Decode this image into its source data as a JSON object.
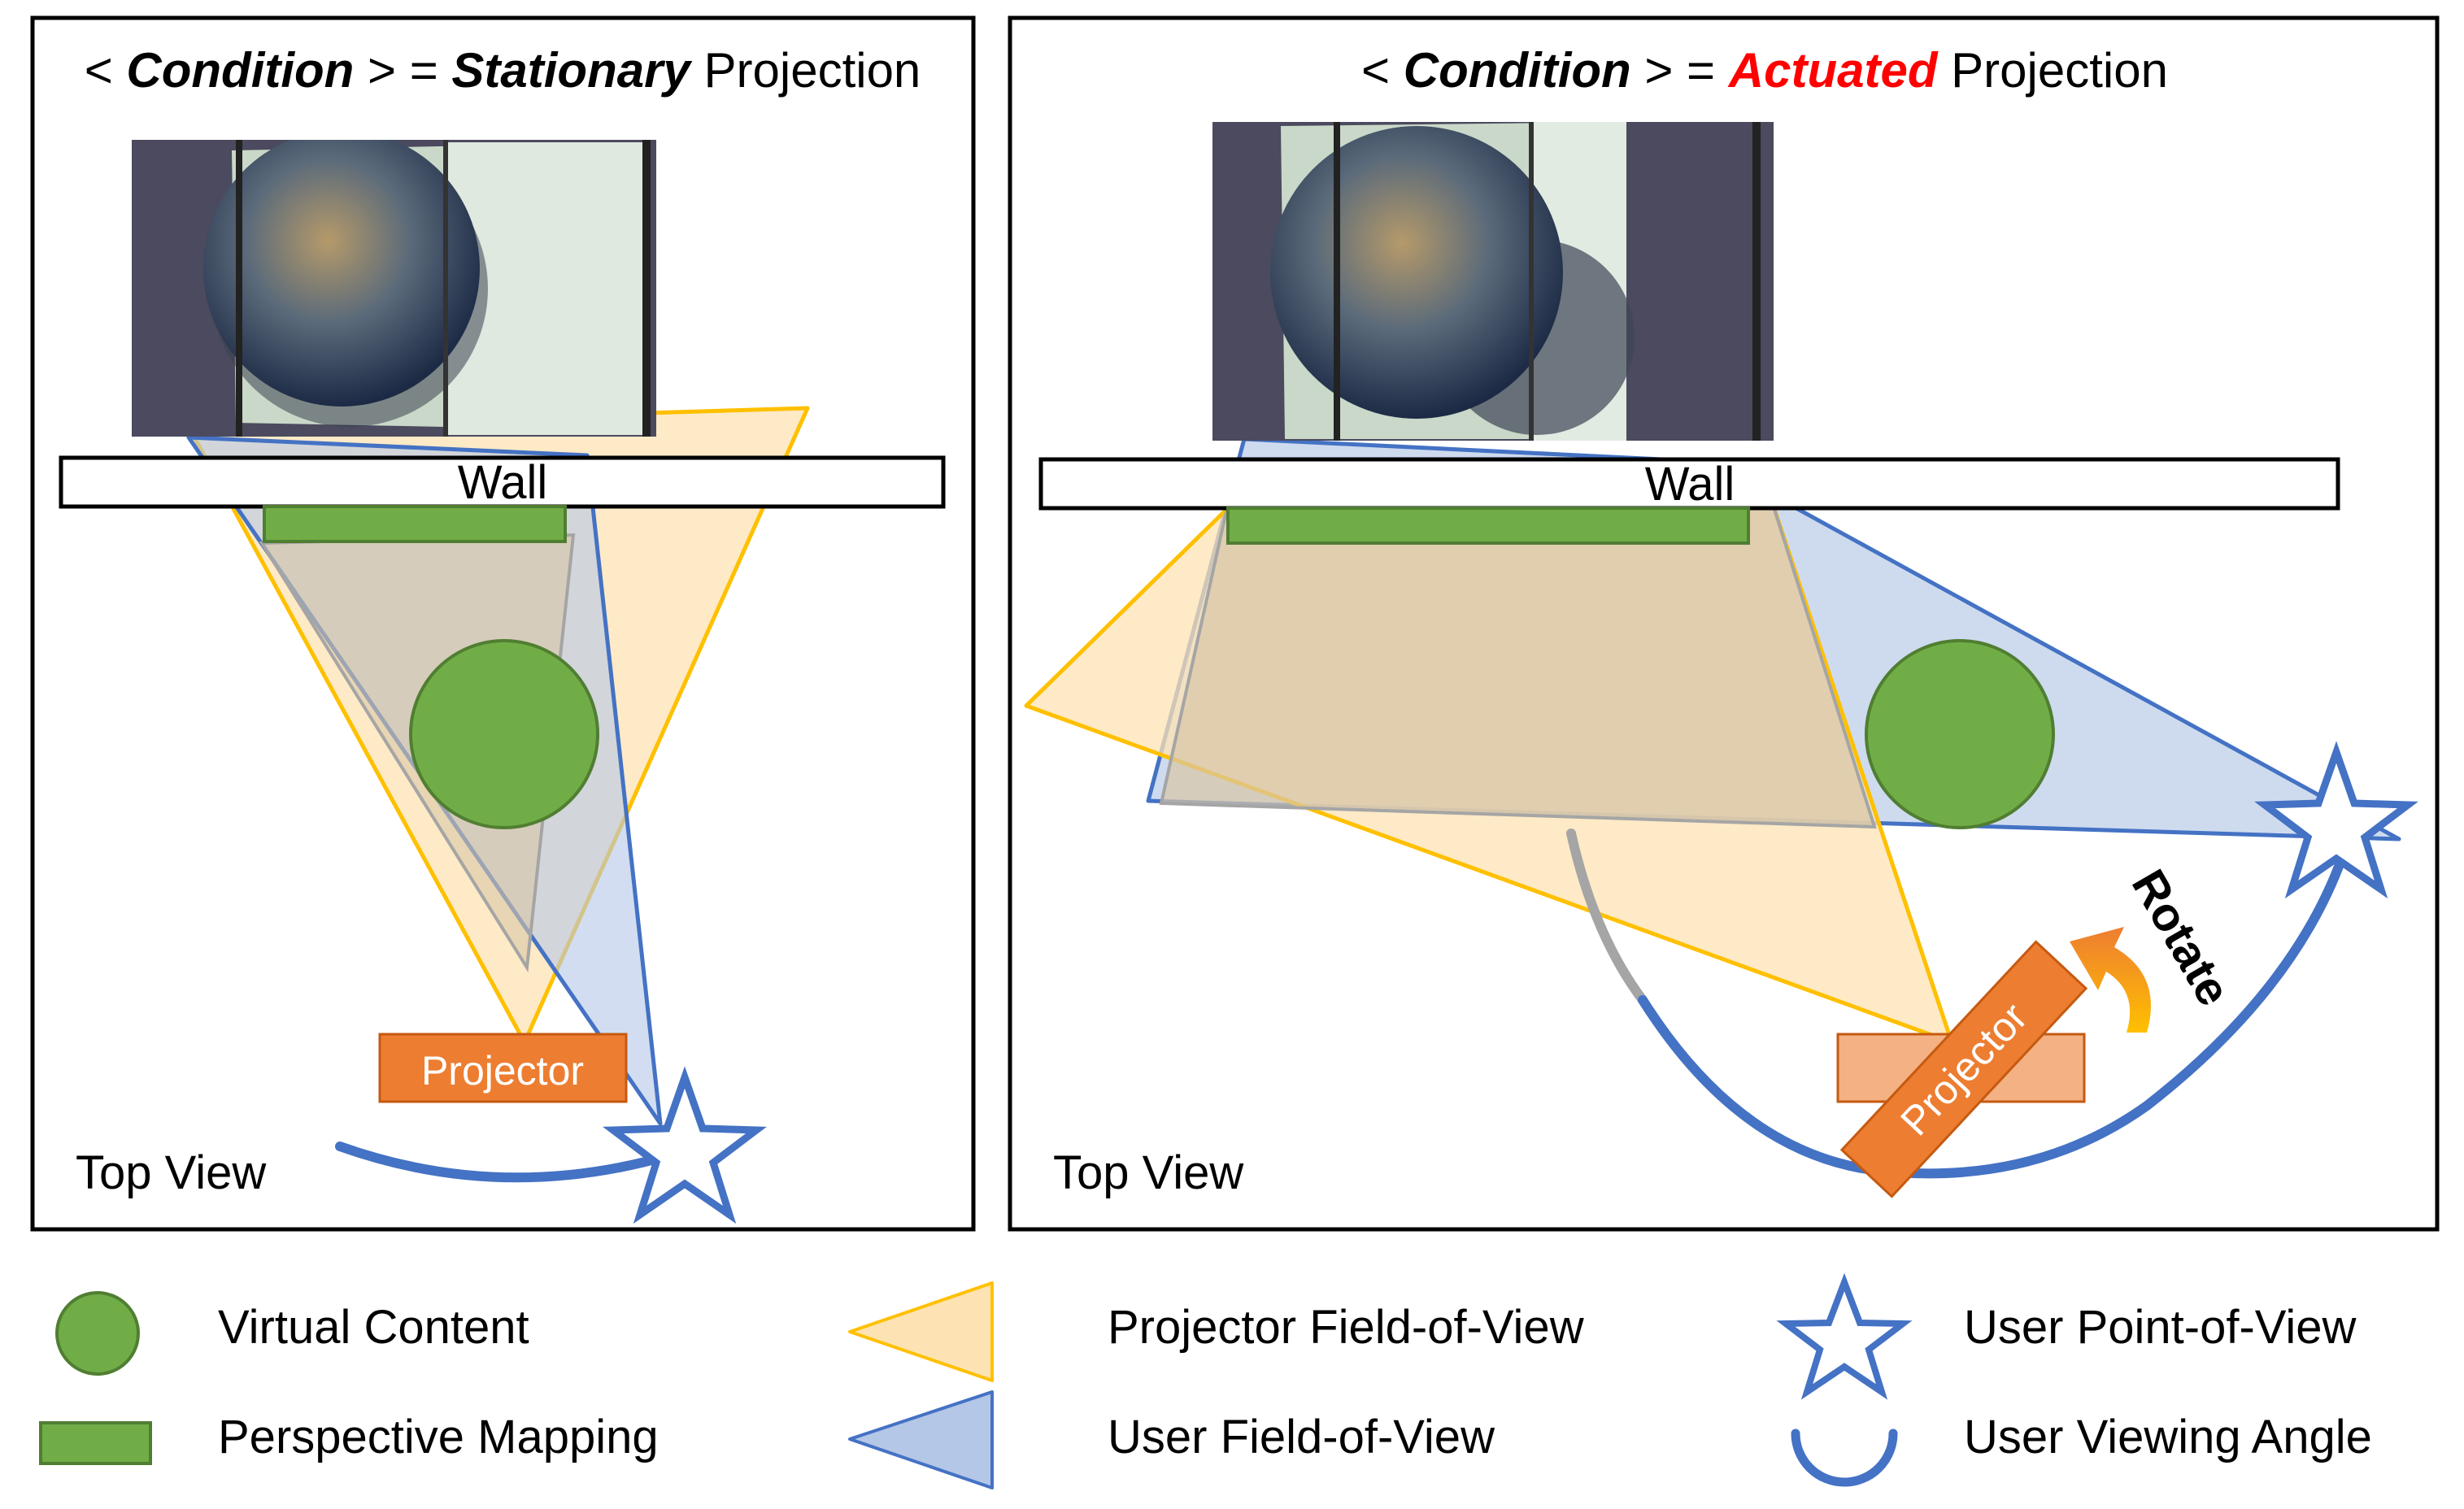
{
  "left_panel": {
    "title_prefix": "< ",
    "title_condition": "Condition",
    "title_mid": " > = ",
    "title_mode": "Stationary",
    "title_suffix": " Projection",
    "wall_label": "Wall",
    "projector_label": "Projector",
    "view_label": "Top View"
  },
  "right_panel": {
    "title_prefix": "< ",
    "title_condition": "Condition",
    "title_mid": " > = ",
    "title_mode": "Actuated",
    "title_suffix": " Projection",
    "wall_label": "Wall",
    "projector_label": "Projector",
    "rotate_label": "Rotate",
    "view_label": "Top View"
  },
  "legend": {
    "virtual_content": "Virtual Content",
    "perspective_mapping": "Perspective Mapping",
    "projector_fov": "Projector Field-of-View",
    "user_fov": "User Field-of-View",
    "user_pov": "User Point-of-View",
    "user_viewing_angle": "User Viewing Angle"
  },
  "colors": {
    "green_fill": "#70ad47",
    "green_stroke": "#507e32",
    "projector_fov_fill": "#fde3b3",
    "projector_fov_stroke": "#ffc000",
    "user_fov_fill": "#b4c7e7",
    "user_fov_stroke": "#4472c4",
    "projector_fill": "#ed7d31",
    "arc_blue": "#4472c4",
    "accent_red": "#ff0000"
  }
}
